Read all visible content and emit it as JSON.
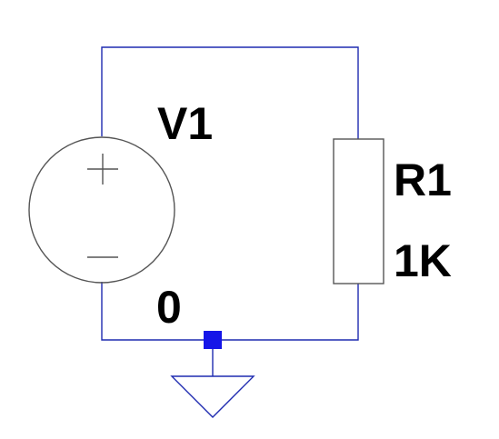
{
  "schematic": {
    "source": {
      "name": "V1"
    },
    "resistor": {
      "name": "R1",
      "value": "1K"
    },
    "net_label": "0"
  },
  "colors": {
    "background": "#ffffff",
    "wire": "#1f2bb0",
    "component": "#555555",
    "text": "#000000",
    "junction": "#1515e8"
  }
}
